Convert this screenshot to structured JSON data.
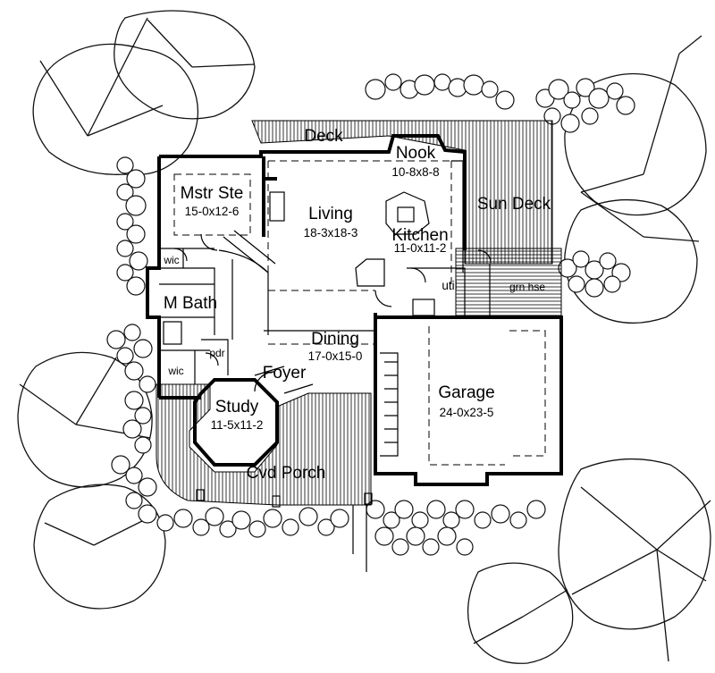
{
  "rooms": {
    "deck": {
      "name": "Deck"
    },
    "nook": {
      "name": "Nook",
      "size": "10-8x8-8"
    },
    "mstr_ste": {
      "name": "Mstr Ste",
      "size": "15-0x12-6"
    },
    "living": {
      "name": "Living",
      "size": "18-3x18-3"
    },
    "kitchen": {
      "name": "Kitchen",
      "size": "11-0x11-2"
    },
    "sun_deck": {
      "name": "Sun Deck"
    },
    "wic_top": {
      "name": "wic"
    },
    "util": {
      "name": "util"
    },
    "grn_hse": {
      "name": "grn hse"
    },
    "m_bath": {
      "name": "M Bath"
    },
    "dining": {
      "name": "Dining",
      "size": "17-0x15-0"
    },
    "wic_bottom": {
      "name": "wic"
    },
    "pdr": {
      "name": "pdr"
    },
    "foyer": {
      "name": "Foyer"
    },
    "garage": {
      "name": "Garage",
      "size": "24-0x23-5"
    },
    "study": {
      "name": "Study",
      "size": "11-5x11-2"
    },
    "cvd_porch": {
      "name": "Cvd Porch"
    }
  }
}
